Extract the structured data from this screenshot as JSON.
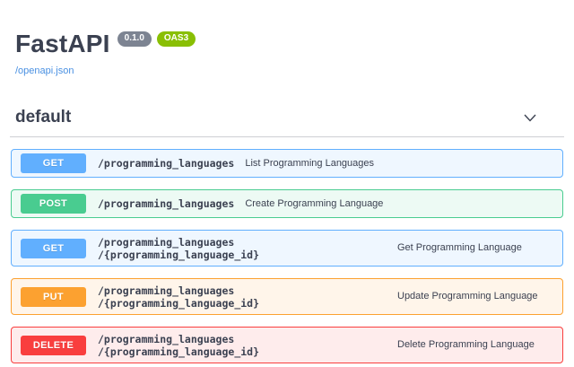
{
  "header": {
    "title": "FastAPI",
    "version_badge": "0.1.0",
    "oas_badge": "OAS3",
    "spec_link": "/openapi.json"
  },
  "section": {
    "title": "default"
  },
  "colors": {
    "get": {
      "main": "#61affe",
      "bg": "#eff7ff"
    },
    "post": {
      "main": "#49cc90",
      "bg": "#edfaf4"
    },
    "put": {
      "main": "#fca130",
      "bg": "#fff5ea"
    },
    "delete": {
      "main": "#f93e3e",
      "bg": "#feecec"
    },
    "text_dark": "#3b4151",
    "link_blue": "#4990e2",
    "version_badge_bg": "#7d8492",
    "oas_badge_bg": "#89bf04"
  },
  "operations": [
    {
      "method": "GET",
      "type": "get",
      "path_lines": [
        "/programming_languages"
      ],
      "summary": "List Programming Languages"
    },
    {
      "method": "POST",
      "type": "post",
      "path_lines": [
        "/programming_languages"
      ],
      "summary": "Create Programming Language"
    },
    {
      "method": "GET",
      "type": "get",
      "path_lines": [
        "/programming_languages",
        "/{programming_language_id}"
      ],
      "summary": "Get Programming Language"
    },
    {
      "method": "PUT",
      "type": "put",
      "path_lines": [
        "/programming_languages",
        "/{programming_language_id}"
      ],
      "summary": "Update Programming Language"
    },
    {
      "method": "DELETE",
      "type": "delete",
      "path_lines": [
        "/programming_languages",
        "/{programming_language_id}"
      ],
      "summary": "Delete Programming Language"
    }
  ]
}
